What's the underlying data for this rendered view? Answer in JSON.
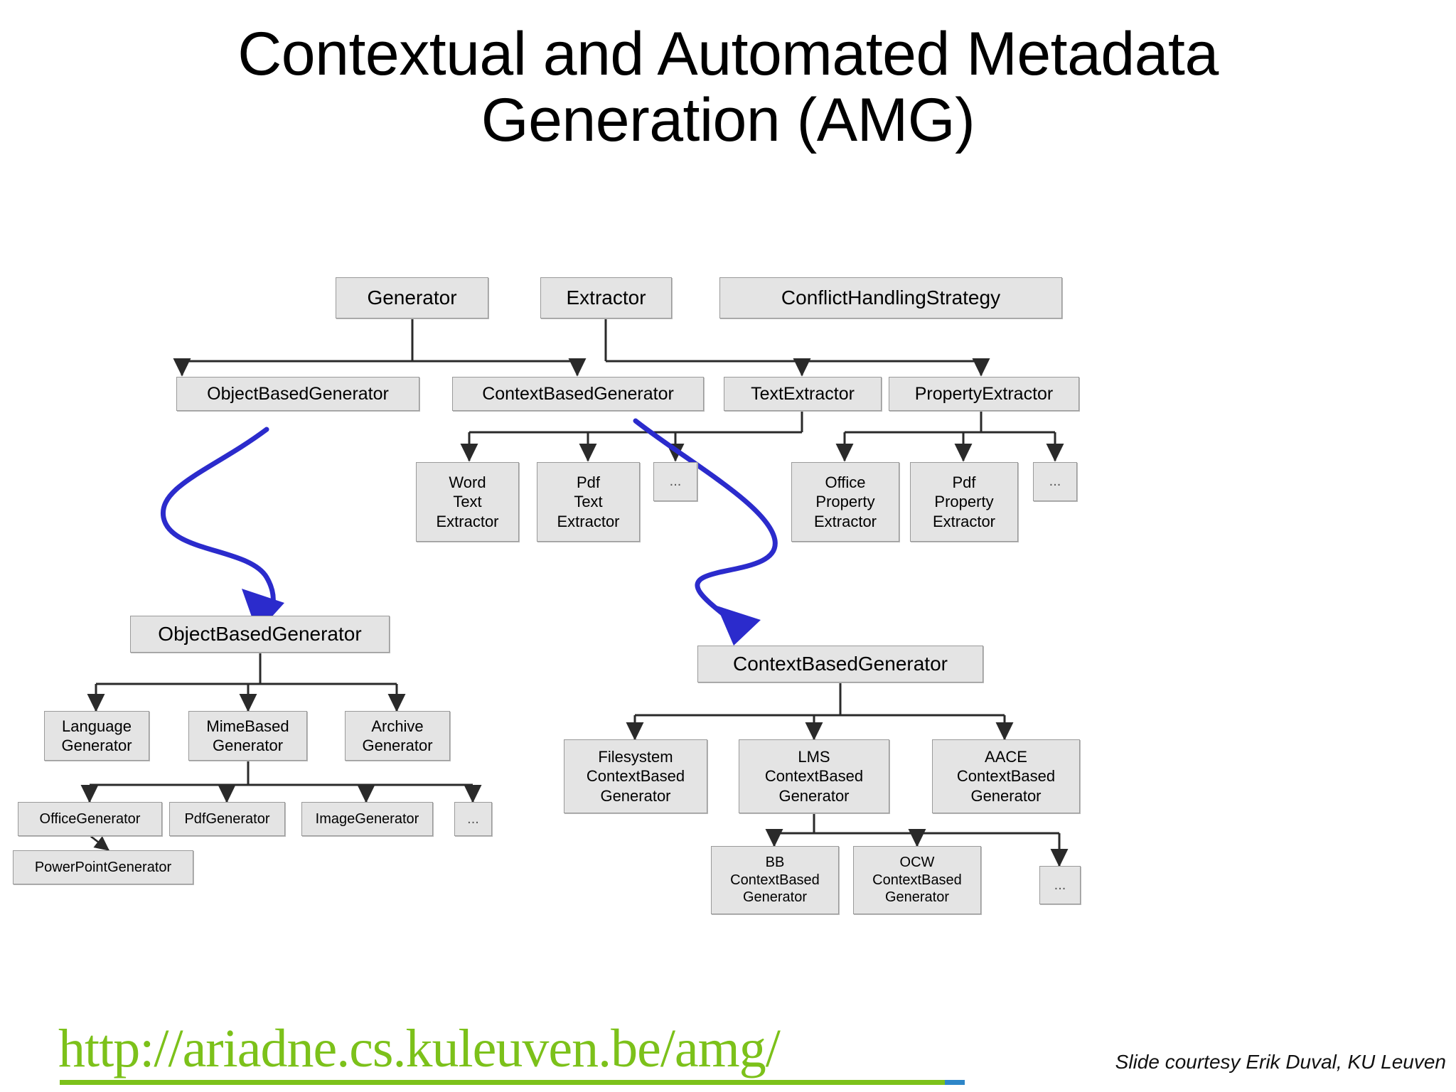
{
  "slide": {
    "title_line1": "Contextual and Automated Metadata",
    "title_line2": "Generation (AMG)",
    "url": "http://ariadne.cs.kuleuven.be/amg/",
    "credit": "Slide courtesy Erik Duval, KU Leuven",
    "colors": {
      "link_green": "#7cc11a",
      "link_blue_tick": "#2e86c8",
      "arrow_blue": "#2b2bcc",
      "node_fill": "#e4e4e4",
      "node_border": "#9a9a9a",
      "connector": "#2a2a2a",
      "text": "#000000",
      "background": "#ffffff"
    }
  },
  "diagram": {
    "type": "uml-class-hierarchy",
    "nodes": {
      "generator": "Generator",
      "extractor": "Extractor",
      "conflict_handling_strategy": "ConflictHandlingStrategy",
      "object_based_generator": "ObjectBasedGenerator",
      "context_based_generator": "ContextBasedGenerator",
      "text_extractor": "TextExtractor",
      "property_extractor": "PropertyExtractor",
      "word_text_extractor": "Word\nText\nExtractor",
      "pdf_text_extractor": "Pdf\nText\nExtractor",
      "text_extractor_more": "...",
      "office_property_extractor": "Office\nProperty\nExtractor",
      "pdf_property_extractor": "Pdf\nProperty\nExtractor",
      "property_extractor_more": "...",
      "object_based_generator_detail": "ObjectBasedGenerator",
      "language_generator": "Language\nGenerator",
      "mime_based_generator": "MimeBased\nGenerator",
      "archive_generator": "Archive\nGenerator",
      "office_generator": "OfficeGenerator",
      "pdf_generator": "PdfGenerator",
      "image_generator": "ImageGenerator",
      "mime_more": "...",
      "powerpoint_generator": "PowerPointGenerator",
      "context_based_generator_detail": "ContextBasedGenerator",
      "filesystem_cbg": "Filesystem\nContextBased\nGenerator",
      "lms_cbg": "LMS\nContextBased\nGenerator",
      "aace_cbg": "AACE\nContextBased\nGenerator",
      "bb_cbg": "BB\nContextBased\nGenerator",
      "ocw_cbg": "OCW\nContextBased\nGenerator",
      "lms_more": "..."
    },
    "edges": [
      {
        "from": "generator",
        "to": "object_based_generator"
      },
      {
        "from": "generator",
        "to": "context_based_generator"
      },
      {
        "from": "extractor",
        "to": "text_extractor"
      },
      {
        "from": "extractor",
        "to": "property_extractor"
      },
      {
        "from": "text_extractor",
        "to": "word_text_extractor"
      },
      {
        "from": "text_extractor",
        "to": "pdf_text_extractor"
      },
      {
        "from": "text_extractor",
        "to": "text_extractor_more"
      },
      {
        "from": "property_extractor",
        "to": "office_property_extractor"
      },
      {
        "from": "property_extractor",
        "to": "pdf_property_extractor"
      },
      {
        "from": "property_extractor",
        "to": "property_extractor_more"
      },
      {
        "from": "object_based_generator_detail",
        "to": "language_generator"
      },
      {
        "from": "object_based_generator_detail",
        "to": "mime_based_generator"
      },
      {
        "from": "object_based_generator_detail",
        "to": "archive_generator"
      },
      {
        "from": "mime_based_generator",
        "to": "office_generator"
      },
      {
        "from": "mime_based_generator",
        "to": "pdf_generator"
      },
      {
        "from": "mime_based_generator",
        "to": "image_generator"
      },
      {
        "from": "mime_based_generator",
        "to": "mime_more"
      },
      {
        "from": "office_generator",
        "to": "powerpoint_generator"
      },
      {
        "from": "context_based_generator_detail",
        "to": "filesystem_cbg"
      },
      {
        "from": "context_based_generator_detail",
        "to": "lms_cbg"
      },
      {
        "from": "context_based_generator_detail",
        "to": "aace_cbg"
      },
      {
        "from": "lms_cbg",
        "to": "bb_cbg"
      },
      {
        "from": "lms_cbg",
        "to": "ocw_cbg"
      },
      {
        "from": "lms_cbg",
        "to": "lms_more"
      }
    ],
    "annotations": [
      {
        "name": "zoom-arrow-object-based",
        "from": "object_based_generator",
        "to": "object_based_generator_detail"
      },
      {
        "name": "zoom-arrow-context-based",
        "from": "context_based_generator",
        "to": "context_based_generator_detail"
      }
    ]
  }
}
